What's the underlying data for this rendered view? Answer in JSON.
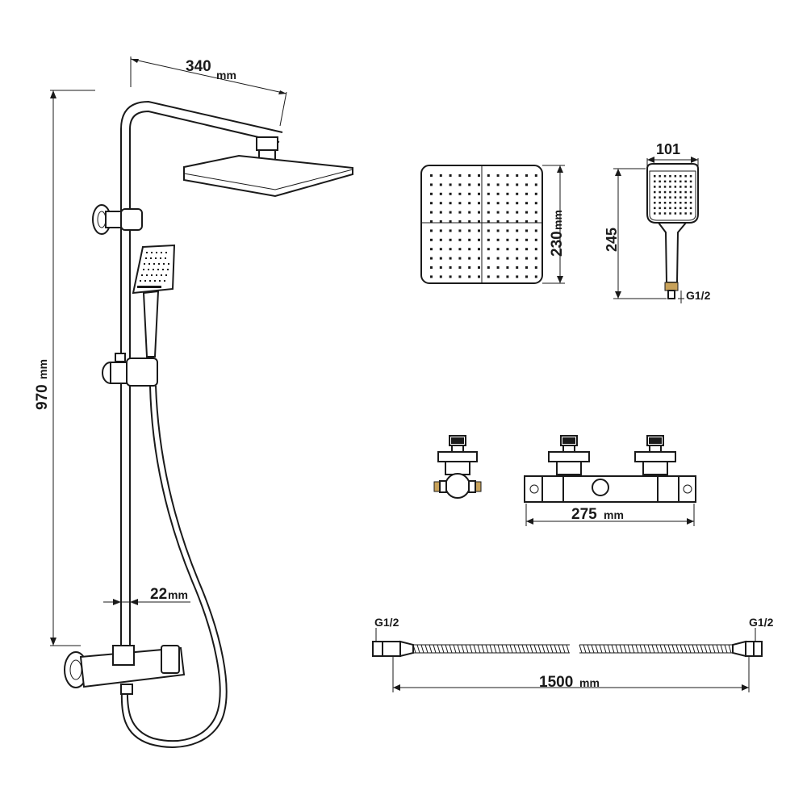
{
  "dimensions": {
    "arm_length": {
      "value": "340",
      "unit": "mm"
    },
    "riser_height": {
      "value": "970",
      "unit": "mm"
    },
    "rail_diameter": {
      "value": "22",
      "unit": "mm"
    },
    "overhead_head_size": {
      "value": "230",
      "unit": "mm"
    },
    "hand_head_width": {
      "value": "101"
    },
    "hand_head_length": {
      "value": "245"
    },
    "hand_connection": {
      "value": "G1/2"
    },
    "valve_width": {
      "value": "275",
      "unit": "mm"
    },
    "hose_length": {
      "value": "1500",
      "unit": "mm"
    },
    "hose_left_connection": {
      "value": "G1/2"
    },
    "hose_right_connection": {
      "value": "G1/2"
    }
  }
}
